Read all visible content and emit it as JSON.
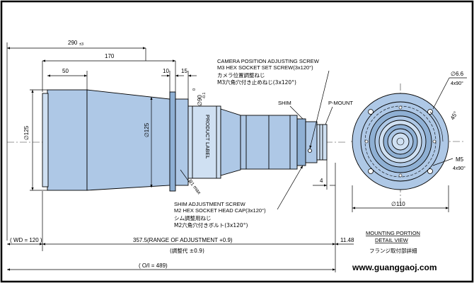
{
  "drawing": {
    "dims": {
      "overall_length": "290",
      "overall_tol": "±3",
      "d170": "170",
      "d50": "50",
      "d10": "10",
      "d15": "15",
      "fit_top": "0",
      "fit_bottom": "-0.1",
      "fit_diameter": "∅90",
      "dia_left": "∅125",
      "dia_mid": "∅125",
      "r1": "R1 max",
      "d4": "4",
      "wd": "( WD = 120 )",
      "range": "357.5(RANGE OF ADJUSTMENT +0.9)",
      "range_jp": "(調整代 ±0.9)",
      "d1148": "11.48",
      "oi": "( O/I = 489)"
    },
    "labels": {
      "product_label": "PRODUCT LABEL",
      "cam_screw_line1": "CAMERA POSITION ADJUSTING SCREW",
      "cam_screw_line2": "M3 HEX SOCKET SET SCREW(3x120°)",
      "cam_screw_jp1": "カメラ位置調整ねじ",
      "cam_screw_jp2": "M3六角穴付き止めねじ(3x120°)",
      "shim": "SHIM",
      "pmount": "P-MOUNT",
      "shim_screw_line1": "SHIM ADJUSTMENT SCREW",
      "shim_screw_line2": "M2 HEX SOCKET HEAD CAP(3x120°)",
      "shim_screw_jp1": "シム調整用ねじ",
      "shim_screw_jp2": "M2六角穴付きボルト(3x120°)"
    },
    "detail": {
      "hole1": "∅6.6",
      "hole1_count": "4x90°",
      "angle": "45°",
      "m5": "M5",
      "m5_count": "4x90°",
      "dia": "∅110",
      "title1": "MOUNTING PORTION",
      "title2": "DETAIL VIEW",
      "title_jp": "フランジ取付部詳細"
    },
    "watermark": "www.guanggaoj.com"
  },
  "colors": {
    "body": "#aec8e6",
    "frame": "#000000"
  }
}
